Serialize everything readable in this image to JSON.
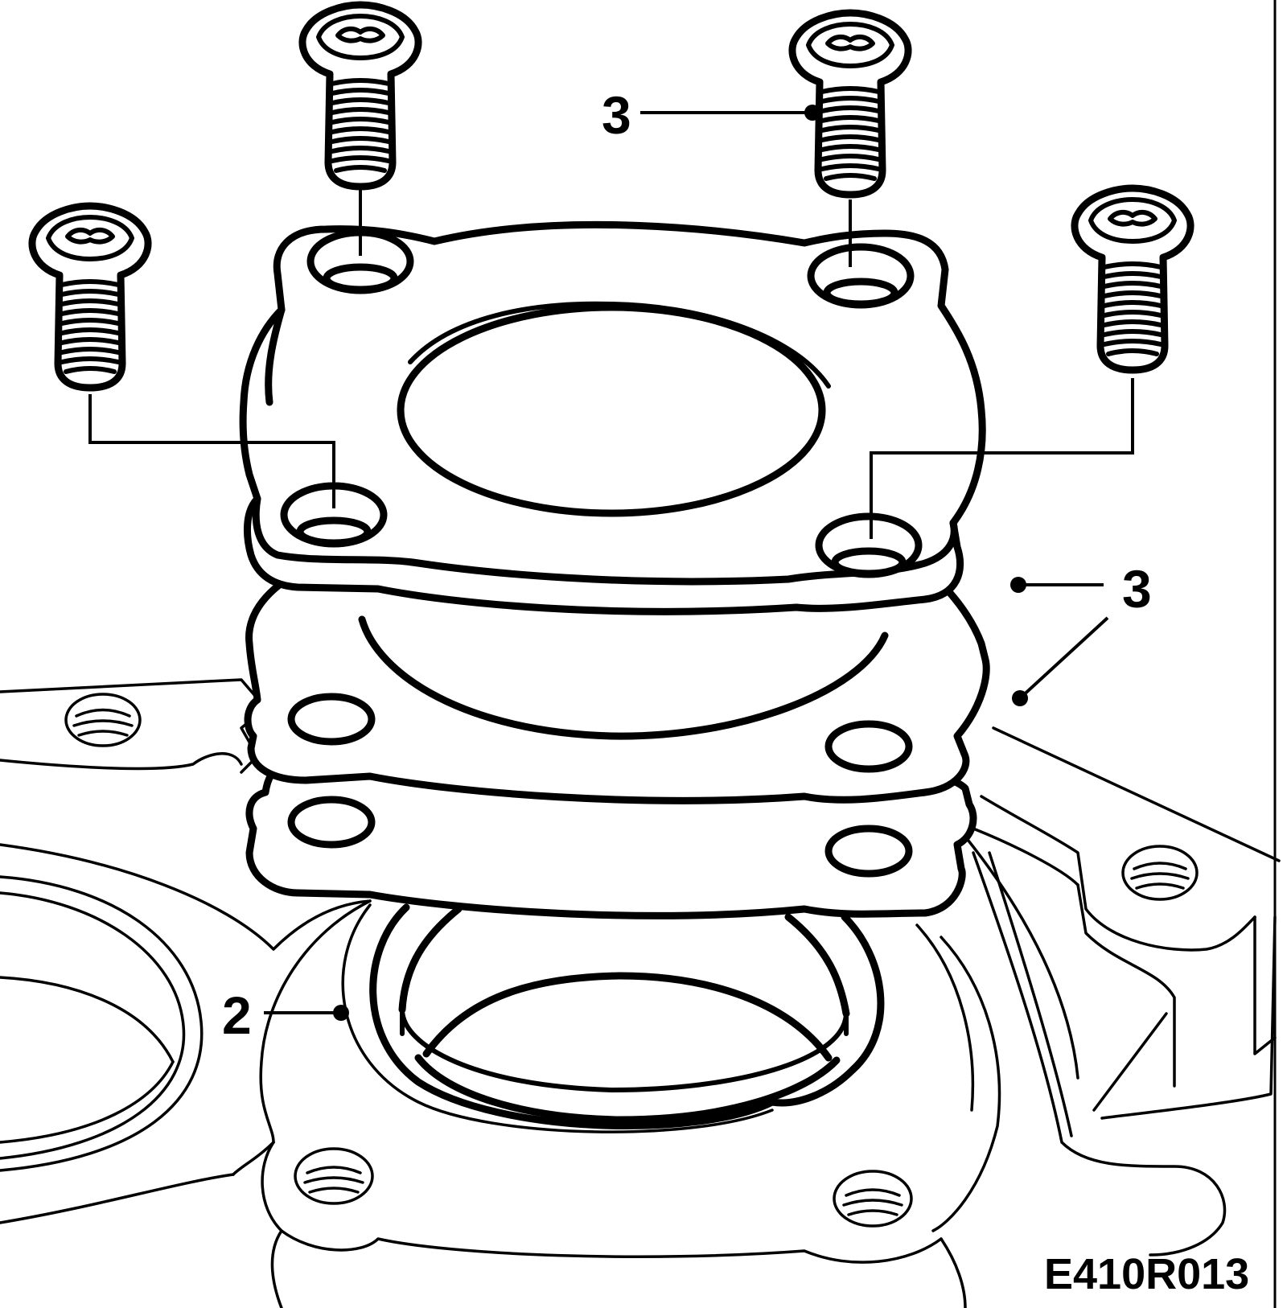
{
  "figure": {
    "drawing_code": "E410R013",
    "callouts": [
      {
        "id": "gasket",
        "text": "2"
      },
      {
        "id": "shim-top-screws",
        "text": "3"
      },
      {
        "id": "shim-stack",
        "text": "3"
      }
    ]
  },
  "colors": {
    "ink": "#000000",
    "paper": "#ffffff"
  }
}
